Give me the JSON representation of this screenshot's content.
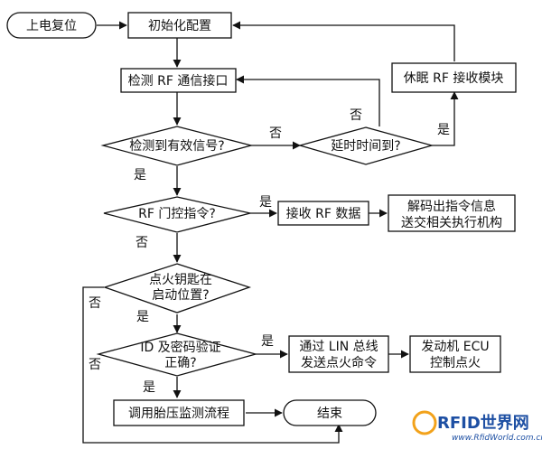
{
  "nodes": {
    "power_on_reset": "上电复位",
    "init_config": "初始化配置",
    "detect_rf": "检测 RF 通信接口",
    "sleep_rf": "休眠 RF 接收模块",
    "valid_signal_q": "检测到有效信号?",
    "delay_q": "延时时间到?",
    "rf_door_q": "RF 门控指令?",
    "receive_rf": "接收 RF 数据",
    "decode_cmd_line1": "解码出指令信息",
    "decode_cmd_line2": "送交相关执行机构",
    "key_pos_q_line1": "点火钥匙在",
    "key_pos_q_line2": "启动位置?",
    "id_pwd_q_line1": "ID 及密码验证",
    "id_pwd_q_line2": "正确?",
    "lin_send_line1": "通过 LIN 总线",
    "lin_send_line2": "发送点火命令",
    "ecu_line1": "发动机 ECU",
    "ecu_line2": "控制点火",
    "tire_monitor": "调用胎压监测流程",
    "end": "结束"
  },
  "edge_labels": {
    "valid_no": "否",
    "valid_yes": "是",
    "delay_no": "否",
    "delay_yes": "是",
    "door_yes": "是",
    "door_no": "否",
    "key_no": "否",
    "key_yes": "是",
    "id_yes": "是",
    "id_no": "否",
    "id_yes_down": "是"
  },
  "watermark": {
    "brand": "RFID世界网",
    "url": "www.RfidWorld.com.cn"
  }
}
